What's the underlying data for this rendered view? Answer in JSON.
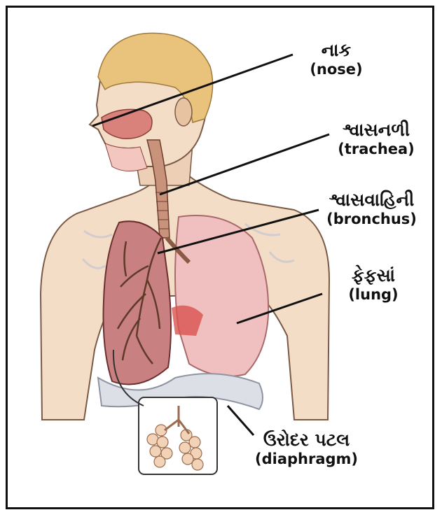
{
  "labels": [
    {
      "key": "nose",
      "gujarati": "નાક",
      "english": "(nose)"
    },
    {
      "key": "trachea",
      "gujarati": "શ્વાસનળી",
      "english": "(trachea)"
    },
    {
      "key": "bronchus",
      "gujarati": "શ્વાસવાહિની",
      "english": "(bronchus)"
    },
    {
      "key": "lung",
      "gujarati": "ફેફસાં",
      "english": "(lung)"
    },
    {
      "key": "diaphragm",
      "gujarati": "ઉરોદર પટલ",
      "english": "(diaphragm)"
    }
  ],
  "colors": {
    "skin": "#f4ddc6",
    "skin_shade": "#e7c3a2",
    "hair": "#e9c27c",
    "lung_right": "#f0bfc0",
    "lung_left": "#c98081",
    "airway": "#c9927a",
    "diaphragm": "#dcdfe6",
    "outline": "#3a2a22"
  }
}
